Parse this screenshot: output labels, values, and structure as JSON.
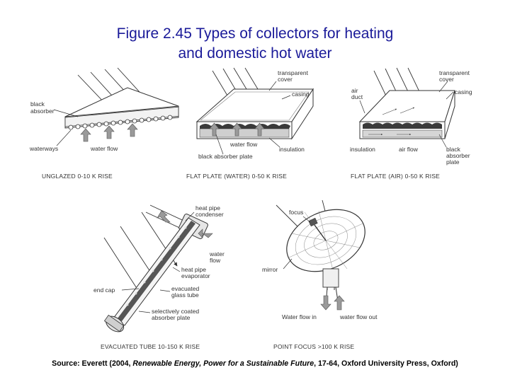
{
  "title": {
    "line1": "Figure 2.45 Types of collectors for heating",
    "line2": "and domestic hot water"
  },
  "panels": {
    "unglazed": {
      "caption": "UNGLAZED 0-10 K RISE",
      "labels": {
        "absorber": [
          "black",
          "absorber"
        ],
        "waterways": "waterways",
        "water_flow": "water flow"
      }
    },
    "flat_water": {
      "caption": "FLAT PLATE (WATER) 0-50 K RISE",
      "labels": {
        "cover": [
          "transparent",
          "cover"
        ],
        "casing": "casing",
        "water_flow": "water flow",
        "insulation": "insulation",
        "plate": "black absorber plate"
      }
    },
    "flat_air": {
      "caption": "FLAT PLATE (AIR) 0-50 K RISE",
      "labels": {
        "duct": [
          "air",
          "duct"
        ],
        "cover": [
          "transparent",
          "cover"
        ],
        "casing": "casing",
        "insulation": "insulation",
        "air_flow": "air flow",
        "plate": [
          "black",
          "absorber",
          "plate"
        ]
      }
    },
    "evacuated": {
      "caption": "EVACUATED TUBE 10-150 K RISE",
      "labels": {
        "condenser": [
          "heat pipe",
          "condenser"
        ],
        "water_flow": [
          "water",
          "flow"
        ],
        "evaporator": [
          "heat pipe",
          "evaporator"
        ],
        "end_cap": "end cap",
        "glass_tube": [
          "evacuated",
          "glass tube"
        ],
        "absorber_plate": [
          "selectively coated",
          "absorber plate"
        ]
      }
    },
    "point_focus": {
      "caption": "POINT FOCUS >100 K RISE",
      "labels": {
        "focus": "focus",
        "mirror": "mirror",
        "flow_in": "Water flow in",
        "flow_out": "water flow out"
      }
    }
  },
  "source": {
    "prefix": "Source: Everett (2004, ",
    "italic": "Renewable Energy, Power for a Sustainable Future",
    "suffix": ", 17-64, Oxford University Press, Oxford)"
  },
  "colors": {
    "title": "#1a1a99",
    "line": "#333333",
    "fill_dark": "#555555",
    "fill_light": "#d9d9d9"
  }
}
